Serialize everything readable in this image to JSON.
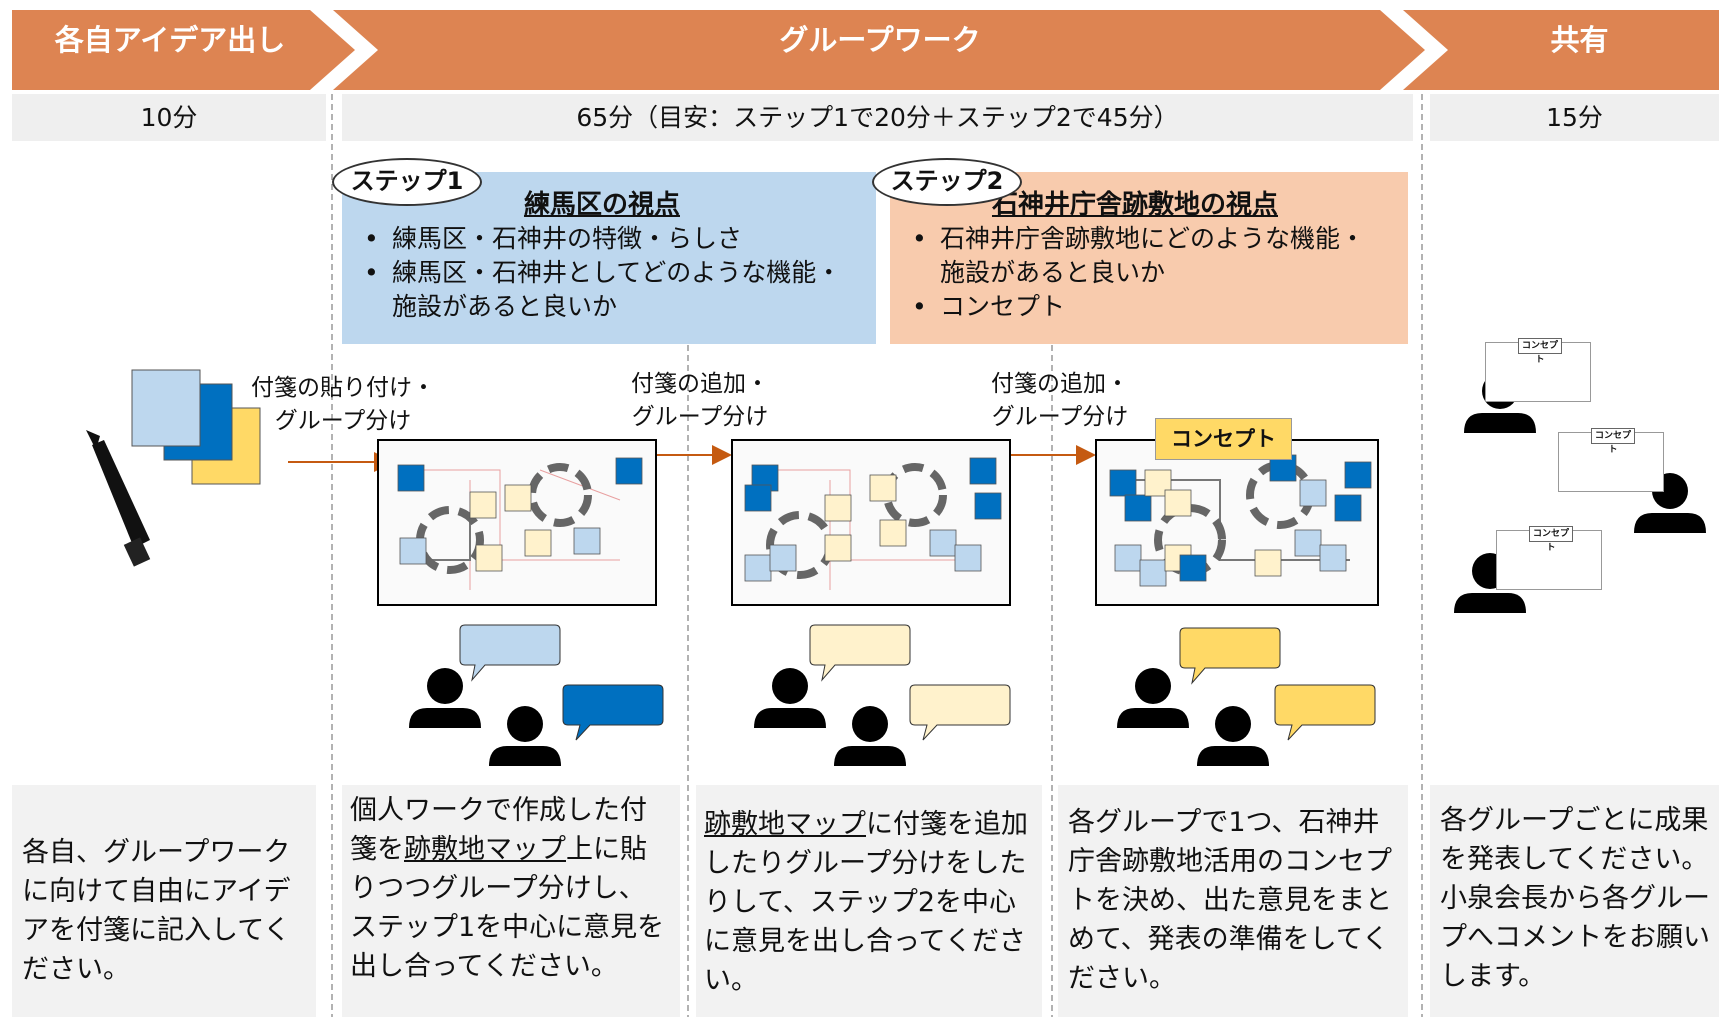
{
  "phases": {
    "p1": "各自アイデア出し",
    "p2": "グループワーク",
    "p3": "共有"
  },
  "times": {
    "t1": "10分",
    "t2": "65分（目安：ステップ1で20分＋ステップ2で45分）",
    "t3": "15分"
  },
  "step1": {
    "badge": "ステップ1",
    "title": "練馬区の視点",
    "b1": "練馬区・石神井の特徴・らしさ",
    "b2": "練馬区・石神井としてどのような機能・施設があると良いか"
  },
  "step2": {
    "badge": "ステップ2",
    "title": "石神井庁舎跡敷地の視点",
    "b1": "石神井庁舎跡敷地にどのような機能・施設があると良いか",
    "b2": "コンセプト"
  },
  "arrows": {
    "a1_l1": "付箋の貼り付け・",
    "a1_l2": "グループ分け",
    "a2_l1": "付箋の追加・",
    "a2_l2": "グループ分け",
    "a3_l1": "付箋の追加・",
    "a3_l2": "グループ分け"
  },
  "concept_tag": "コンセプト",
  "mini_tag": "コンセプト",
  "desc": {
    "d1": "各自、グループワークに向けて自由にアイデアを付箋に記入してください。",
    "d2_a": "個人ワークで作成した付箋を",
    "d2_u": "跡敷地マップ",
    "d2_b": "上に貼りつつグループ分けし、ステップ1を中心に意見を出し合ってください。",
    "d3_u": "跡敷地マップ",
    "d3_b": "に付箋を追加したりグループ分けをしたりして、ステップ2を中心に意見を出し合ってください。",
    "d4": "各グループで1つ、石神井庁舎跡敷地活用のコンセプトを決め、出た意見をまとめて、発表の準備をしてください。",
    "d5": "各グループごとに成果を発表してください。小泉会長から各グループへコメントをお願いします。"
  },
  "colors": {
    "header": "#dd8452",
    "step1": "#bdd7ee",
    "step2": "#f8cbad",
    "sticky_light": "#bdd7ee",
    "sticky_blue": "#0070c0",
    "sticky_yellow": "#fff2cc",
    "bubble_yellow": "#ffd966",
    "arrow": "#c55a11"
  }
}
